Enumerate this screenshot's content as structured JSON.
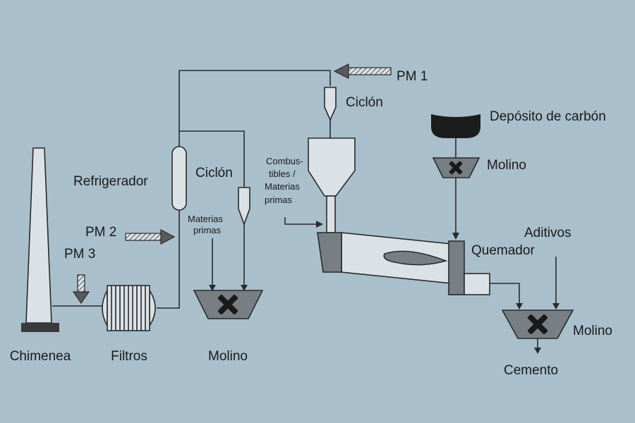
{
  "diagram": {
    "colors": {
      "background": "#a9bfcc",
      "equipment_fill": "#dbe2e6",
      "equipment_dark": "#777f84",
      "line": "#2a2a2a",
      "coal": "#1c1c1c"
    },
    "labels": {
      "chimenea": "Chimenea",
      "filtros": "Filtros",
      "molino_raw": "Molino",
      "refrigerador": "Refrigerador",
      "ciclon_left": "Ciclón",
      "materias_primas_1": "Materias",
      "materias_primas_2": "primas",
      "pm1": "PM 1",
      "pm2": "PM 2",
      "pm3": "PM 3",
      "ciclon_top": "Ciclón",
      "combustibles_1": "Combus-",
      "combustibles_2": "tibles /",
      "combustibles_3": "Materias",
      "combustibles_4": "primas",
      "deposito_carbon": "Depósito de carbón",
      "molino_coal": "Molino",
      "aditivos": "Aditivos",
      "quemador": "Quemador",
      "molino_cement": "Molino",
      "cemento": "Cemento"
    }
  }
}
